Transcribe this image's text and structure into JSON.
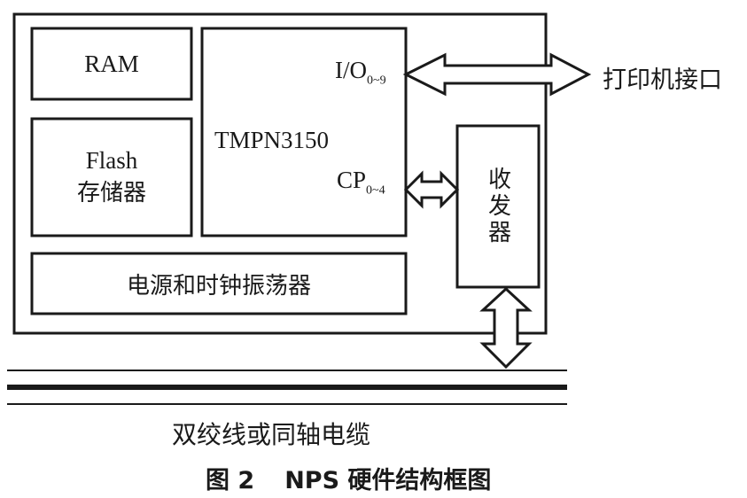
{
  "diagram": {
    "ram_label": "RAM",
    "flash_line1": "Flash",
    "flash_line2": "存储器",
    "cpu_label": "TMPN3150",
    "io_port": {
      "base": "I/O",
      "sub": "0~9"
    },
    "cp_port": {
      "base": "CP",
      "sub": "0~4"
    },
    "power_clock_label": "电源和时钟振荡器",
    "transceiver_label": "收发器",
    "printer_interface_label": "打印机接口",
    "bus_medium_label": "双绞线或同轴电缆"
  },
  "caption": {
    "figure_no": "图 2",
    "title": "NPS 硬件结构框图"
  }
}
